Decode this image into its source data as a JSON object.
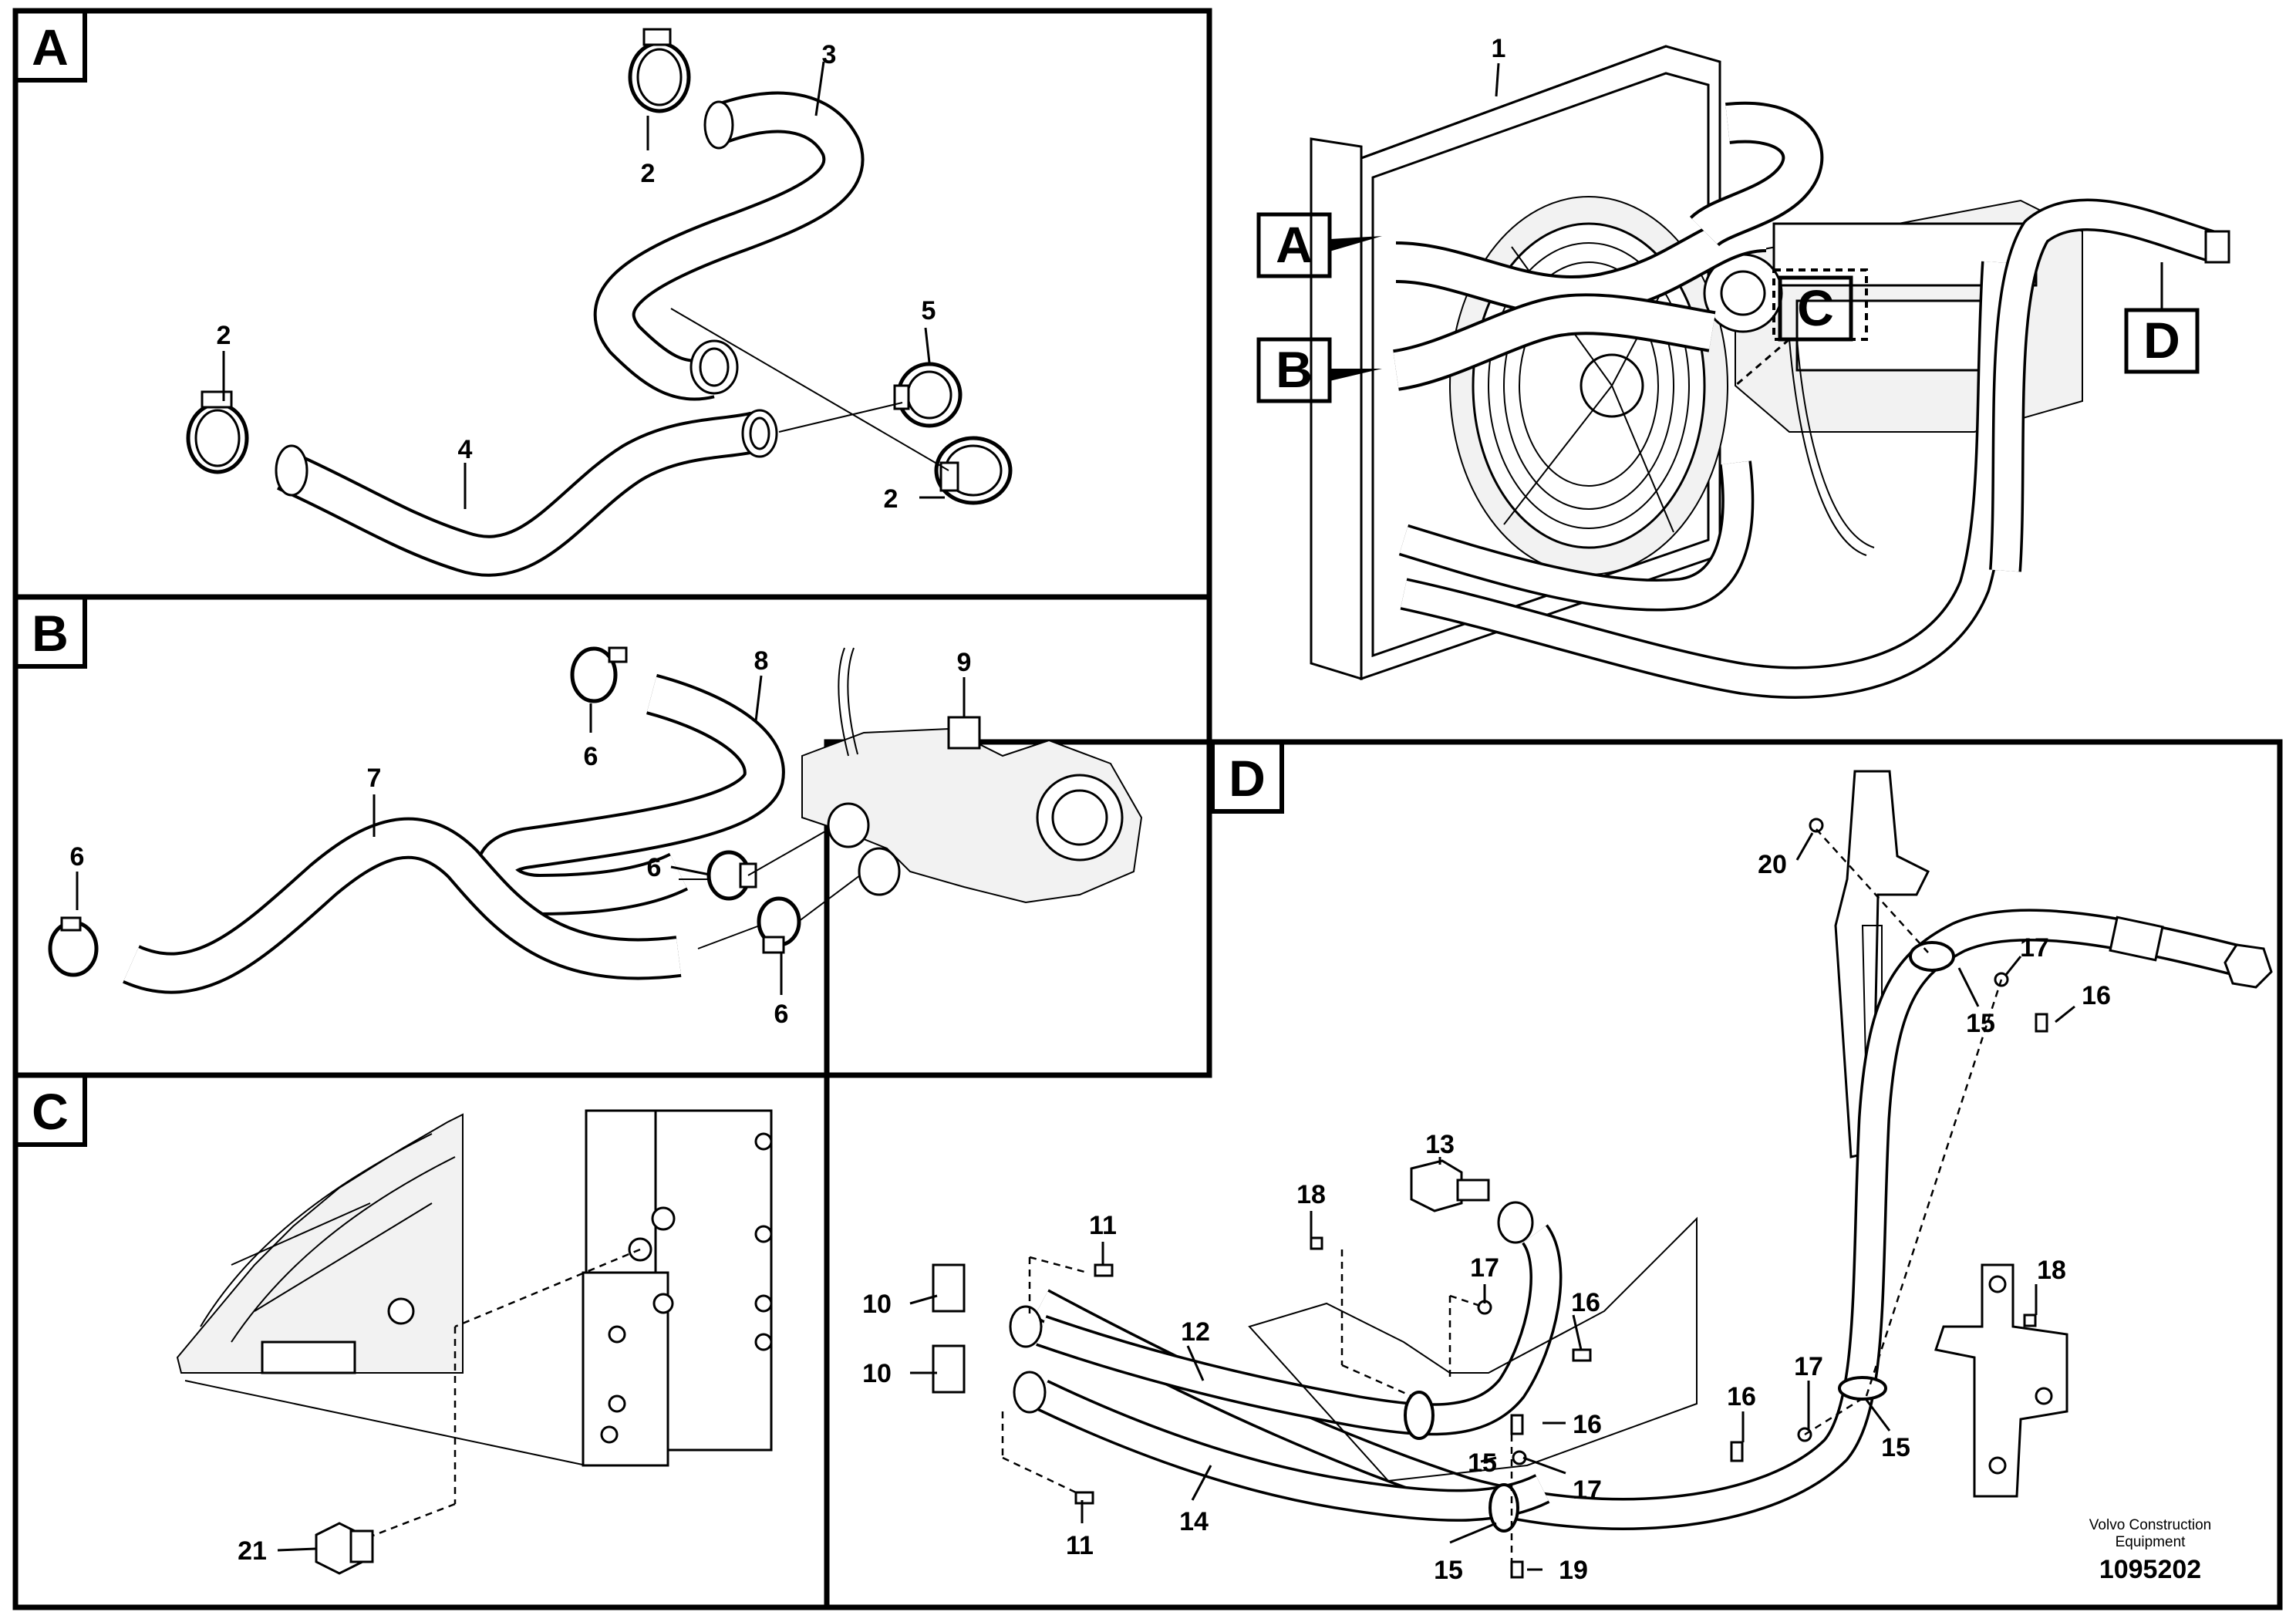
{
  "panels": {
    "A": {
      "label": "A"
    },
    "B": {
      "label": "B"
    },
    "C": {
      "label": "C"
    },
    "D": {
      "label": "D"
    }
  },
  "overview": {
    "callout_A": "A",
    "callout_B": "B",
    "callout_C": "C",
    "callout_D": "D"
  },
  "part_numbers": {
    "p1": "1",
    "p2a": "2",
    "p2b": "2",
    "p2c": "2",
    "p3": "3",
    "p4": "4",
    "p5": "5",
    "p6a": "6",
    "p6b": "6",
    "p6c": "6",
    "p6d": "6",
    "p7": "7",
    "p8": "8",
    "p9": "9",
    "p10a": "10",
    "p10b": "10",
    "p11a": "11",
    "p11b": "11",
    "p12": "12",
    "p13": "13",
    "p14": "14",
    "p15a": "15",
    "p15b": "15",
    "p15c": "15",
    "p15d": "15",
    "p16a": "16",
    "p16b": "16",
    "p16c": "16",
    "p16d": "16",
    "p17a": "17",
    "p17b": "17",
    "p17c": "17",
    "p17d": "17",
    "p18a": "18",
    "p18b": "18",
    "p19": "19",
    "p20": "20",
    "p21": "21"
  },
  "footer": {
    "brand_line1": "Volvo Construction",
    "brand_line2": "Equipment",
    "drawing_number": "1095202"
  }
}
